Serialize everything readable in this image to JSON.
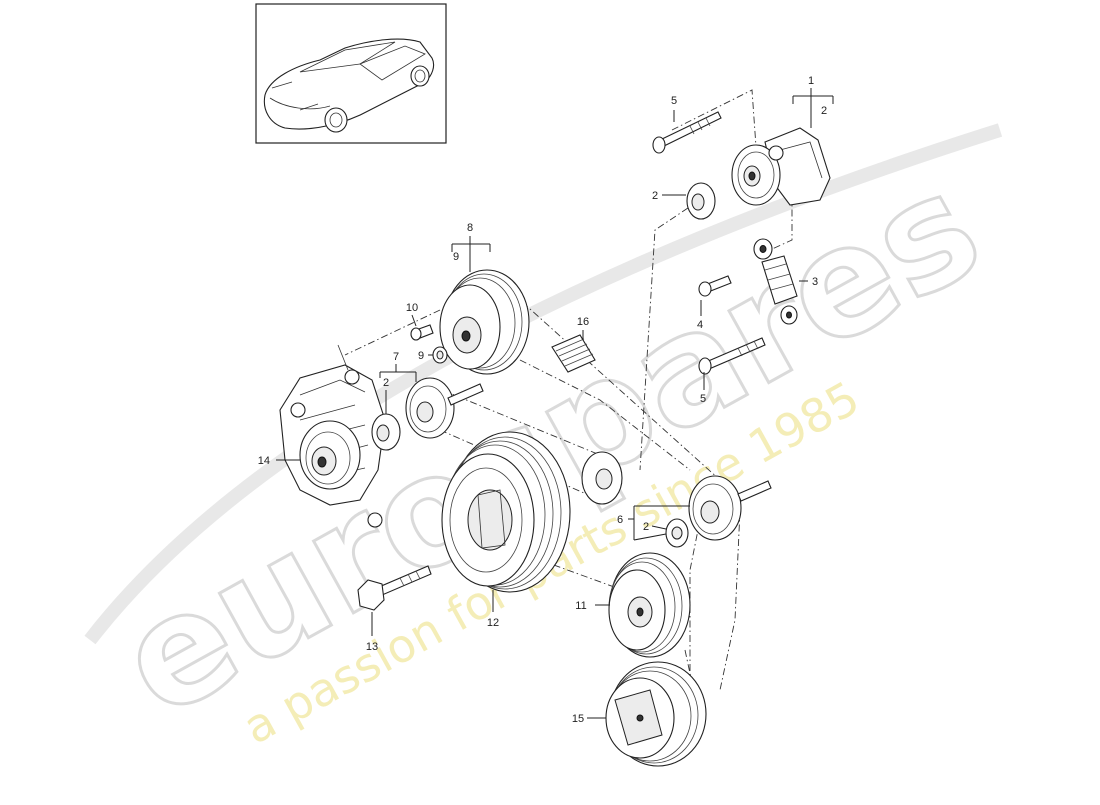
{
  "watermark": {
    "brand": "eurospares",
    "tagline": "a passion for parts since 1985"
  },
  "callouts": {
    "c1": "1",
    "c2a": "2",
    "c2b": "2",
    "c2c": "2",
    "c2d": "2",
    "c3": "3",
    "c4": "4",
    "c5a": "5",
    "c5b": "5",
    "c6": "6",
    "c7": "7",
    "c8": "8",
    "c9a": "9",
    "c9b": "9",
    "c10": "10",
    "c11": "11",
    "c12": "12",
    "c13": "13",
    "c14": "14",
    "c15": "15",
    "c16": "16"
  },
  "colors": {
    "line": "#222222",
    "watermark_fill": "#d9d9d9",
    "tagline": "#f3ecb0"
  }
}
